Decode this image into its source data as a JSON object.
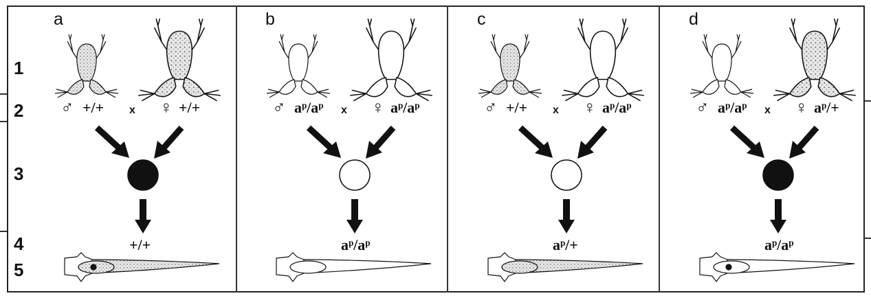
{
  "row_labels": [
    "1",
    "2",
    "3",
    "4",
    "5"
  ],
  "panels": [
    {
      "label": "a",
      "male_genotype": "+/+",
      "female_genotype": "+/+",
      "cross_symbol": "x",
      "offspring_genotype": "+/+",
      "egg": "dark",
      "male_frog": "pigmented",
      "female_frog": "pigmented",
      "tadpole": "pigmented-with-eye"
    },
    {
      "label": "b",
      "male_genotype": "aᵖ/aᵖ",
      "female_genotype": "aᵖ/aᵖ",
      "cross_symbol": "x",
      "offspring_genotype": "aᵖ/aᵖ",
      "egg": "white",
      "male_frog": "albino",
      "female_frog": "albino",
      "tadpole": "albino"
    },
    {
      "label": "c",
      "male_genotype": "+/+",
      "female_genotype": "aᵖ/aᵖ",
      "cross_symbol": "x",
      "offspring_genotype": "aᵖ/+",
      "egg": "white",
      "male_frog": "pigmented",
      "female_frog": "albino",
      "tadpole": "pigmented"
    },
    {
      "label": "d",
      "male_genotype": "aᵖ/aᵖ",
      "female_genotype": "aᵖ/+",
      "cross_symbol": "x",
      "offspring_genotype": "aᵖ/aᵖ",
      "egg": "dark",
      "male_frog": "albino",
      "female_frog": "pigmented",
      "tadpole": "albino-with-eye"
    }
  ],
  "symbols": {
    "male": "♂",
    "female": "♀"
  },
  "colors": {
    "ink": "#111111",
    "stipple": "#9a9a9a",
    "background": "#ffffff"
  }
}
